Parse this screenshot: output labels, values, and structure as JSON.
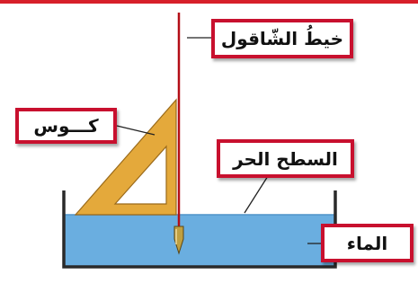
{
  "labels": {
    "plumb_line": "خيطُ الشّاقول",
    "set_square": "كـــوس",
    "free_surface": "السطح الحر",
    "water": "الماء"
  },
  "colors": {
    "frame_red": "#c8102e",
    "water_blue": "#6aaee0",
    "set_square": "#e4a93b",
    "plumb_line": "#b40e16"
  }
}
